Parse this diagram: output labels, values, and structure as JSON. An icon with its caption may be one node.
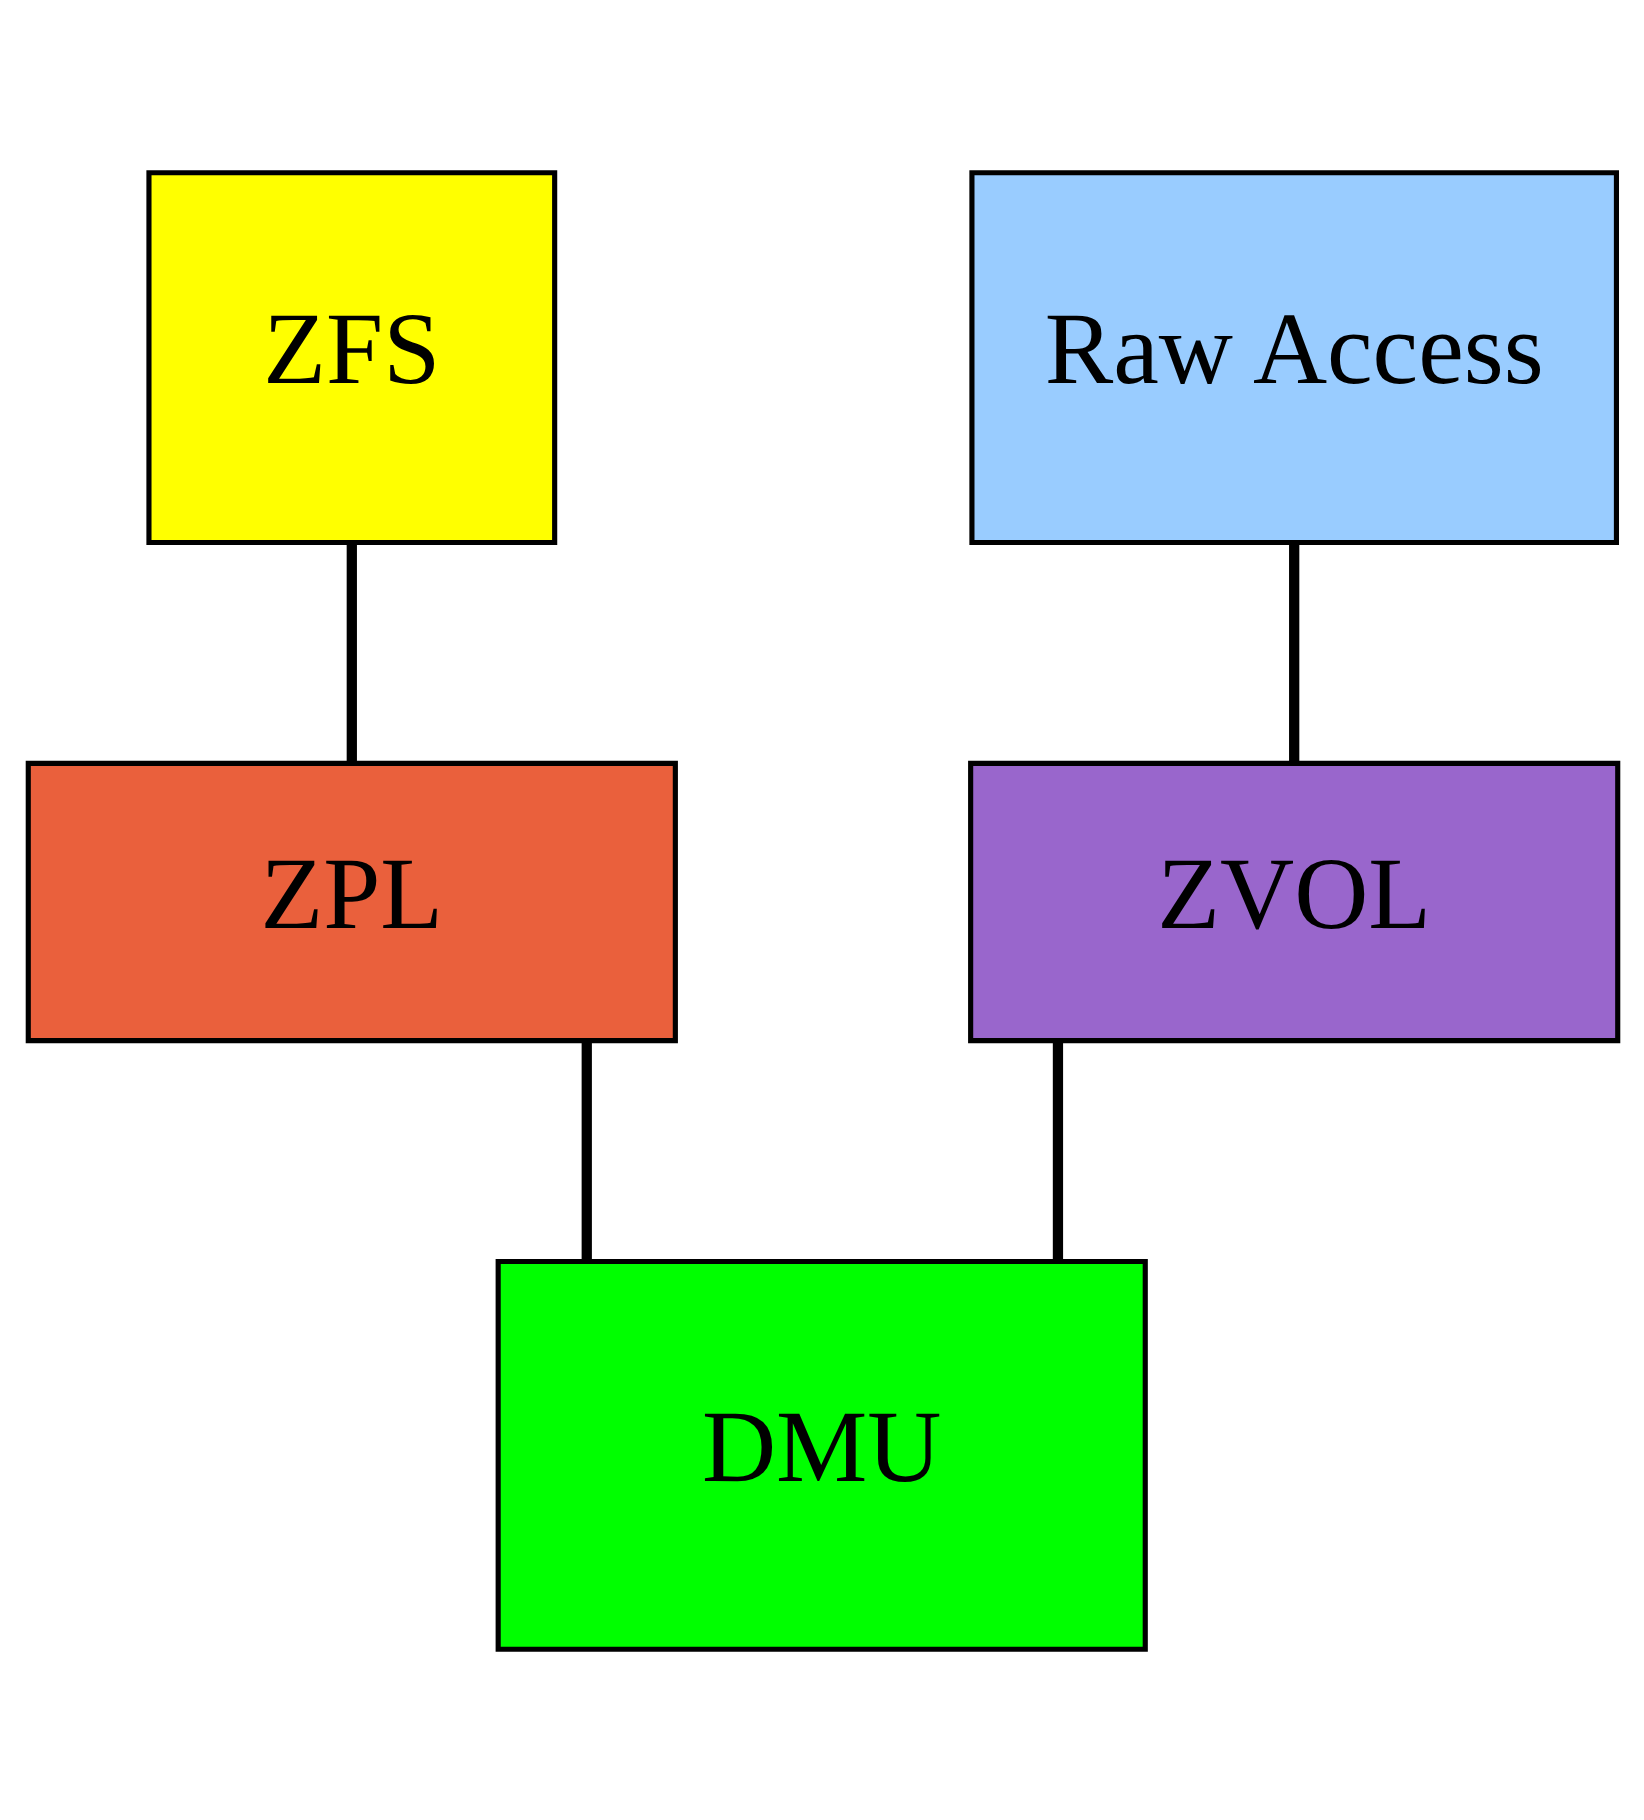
{
  "diagram": {
    "nodes": [
      {
        "text": [
          "ZFS"
        ]
      },
      {
        "text": [
          "Raw Access"
        ]
      },
      {
        "text": [
          "ZPL"
        ]
      },
      {
        "text": [
          "ZVOL"
        ]
      },
      {
        "text": [
          "DMU"
        ]
      }
    ],
    "edges": [
      {
        "from": 0,
        "to": 2,
        "arrow": "none"
      },
      {
        "from": 1,
        "to": 3,
        "arrow": "none"
      },
      {
        "from": 2,
        "to": 4,
        "arrow": "none"
      },
      {
        "from": 3,
        "to": 4,
        "arrow": "none"
      }
    ]
  }
}
